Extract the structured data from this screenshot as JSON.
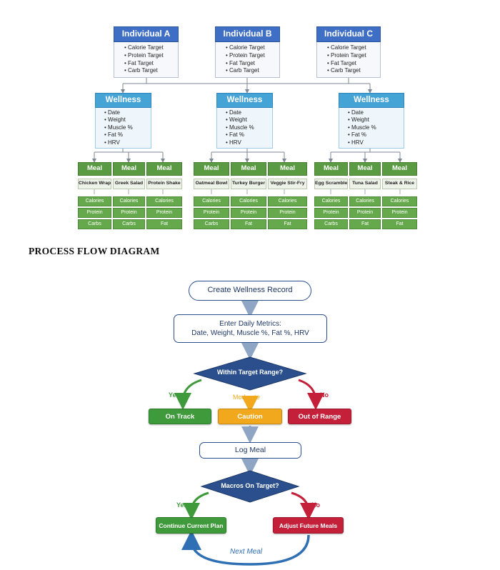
{
  "top_chart": {
    "individuals": [
      {
        "title": "Individual A",
        "items": [
          "Calorie Target",
          "Protein Target",
          "Fat Target",
          "Carb Target"
        ]
      },
      {
        "title": "Individual B",
        "items": [
          "Calorie Target",
          "Protein Target",
          "Fat Target",
          "Carb Target"
        ]
      },
      {
        "title": "Individual C",
        "items": [
          "Calorie Target",
          "Protein Target",
          "Fat Target",
          "Carb Target"
        ]
      }
    ],
    "wellness": [
      {
        "title": "Wellness",
        "items": [
          "Date",
          "Weight",
          "Muscle %",
          "Fat %",
          "HRV"
        ]
      },
      {
        "title": "Wellness",
        "items": [
          "Date",
          "Weight",
          "Muscle %",
          "Fat %",
          "HRV"
        ]
      },
      {
        "title": "Wellness",
        "items": [
          "Date",
          "Weight",
          "Muscle %",
          "Fat %",
          "HRV"
        ]
      }
    ],
    "meals": [
      {
        "label": "Meal",
        "name": "Chicken Wrap",
        "macros": [
          "Calories",
          "Protein",
          "Carbs"
        ]
      },
      {
        "label": "Meal",
        "name": "Greek Salad",
        "macros": [
          "Calories",
          "Protein",
          "Carbs"
        ]
      },
      {
        "label": "Meal",
        "name": "Protein Shake",
        "macros": [
          "Calories",
          "Protein",
          "Fat"
        ]
      },
      {
        "label": "Meal",
        "name": "Oatmeal Bowl",
        "macros": [
          "Calories",
          "Protein",
          "Carbs"
        ]
      },
      {
        "label": "Meal",
        "name": "Turkey Burger",
        "macros": [
          "Calories",
          "Protein",
          "Fat"
        ]
      },
      {
        "label": "Meal",
        "name": "Veggie Stir-Fry",
        "macros": [
          "Calories",
          "Protein",
          "Fat"
        ]
      },
      {
        "label": "Meal",
        "name": "Egg Scramble",
        "macros": [
          "Calories",
          "Protein",
          "Carbs"
        ]
      },
      {
        "label": "Meal",
        "name": "Tuna Salad",
        "macros": [
          "Calories",
          "Protein",
          "Fat"
        ]
      },
      {
        "label": "Meal",
        "name": "Steak & Rice",
        "macros": [
          "Calories",
          "Protein",
          "Fat"
        ]
      }
    ]
  },
  "process_flow": {
    "heading": "PROCESS FLOW DIAGRAM",
    "start": "Create Wellness Record",
    "metrics_line1": "Enter Daily Metrics:",
    "metrics_line2": "Date, Weight, Muscle %, Fat %,  HRV",
    "decision1": "Within Target Range?",
    "yes1": "Yes",
    "moderate": "Moderate",
    "no1": "No",
    "on_track": "On Track",
    "caution": "Caution",
    "out_of_range": "Out of Range",
    "log_meal": "Log Meal",
    "decision2": "Macros On Target?",
    "yes2": "Yes",
    "no2": "No",
    "continue_plan": "Continue Current Plan",
    "adjust_meals": "Adjust Future Meals",
    "loop_label": "Next Meal"
  },
  "colors": {
    "individual": "#3f6fc4",
    "wellness": "#45a3d6",
    "meal": "#5a9a42",
    "decision": "#2b4f8c",
    "green": "#3e9a3a",
    "amber": "#f2a81d",
    "red": "#c4203a",
    "arrow": "#8ea6c4"
  }
}
